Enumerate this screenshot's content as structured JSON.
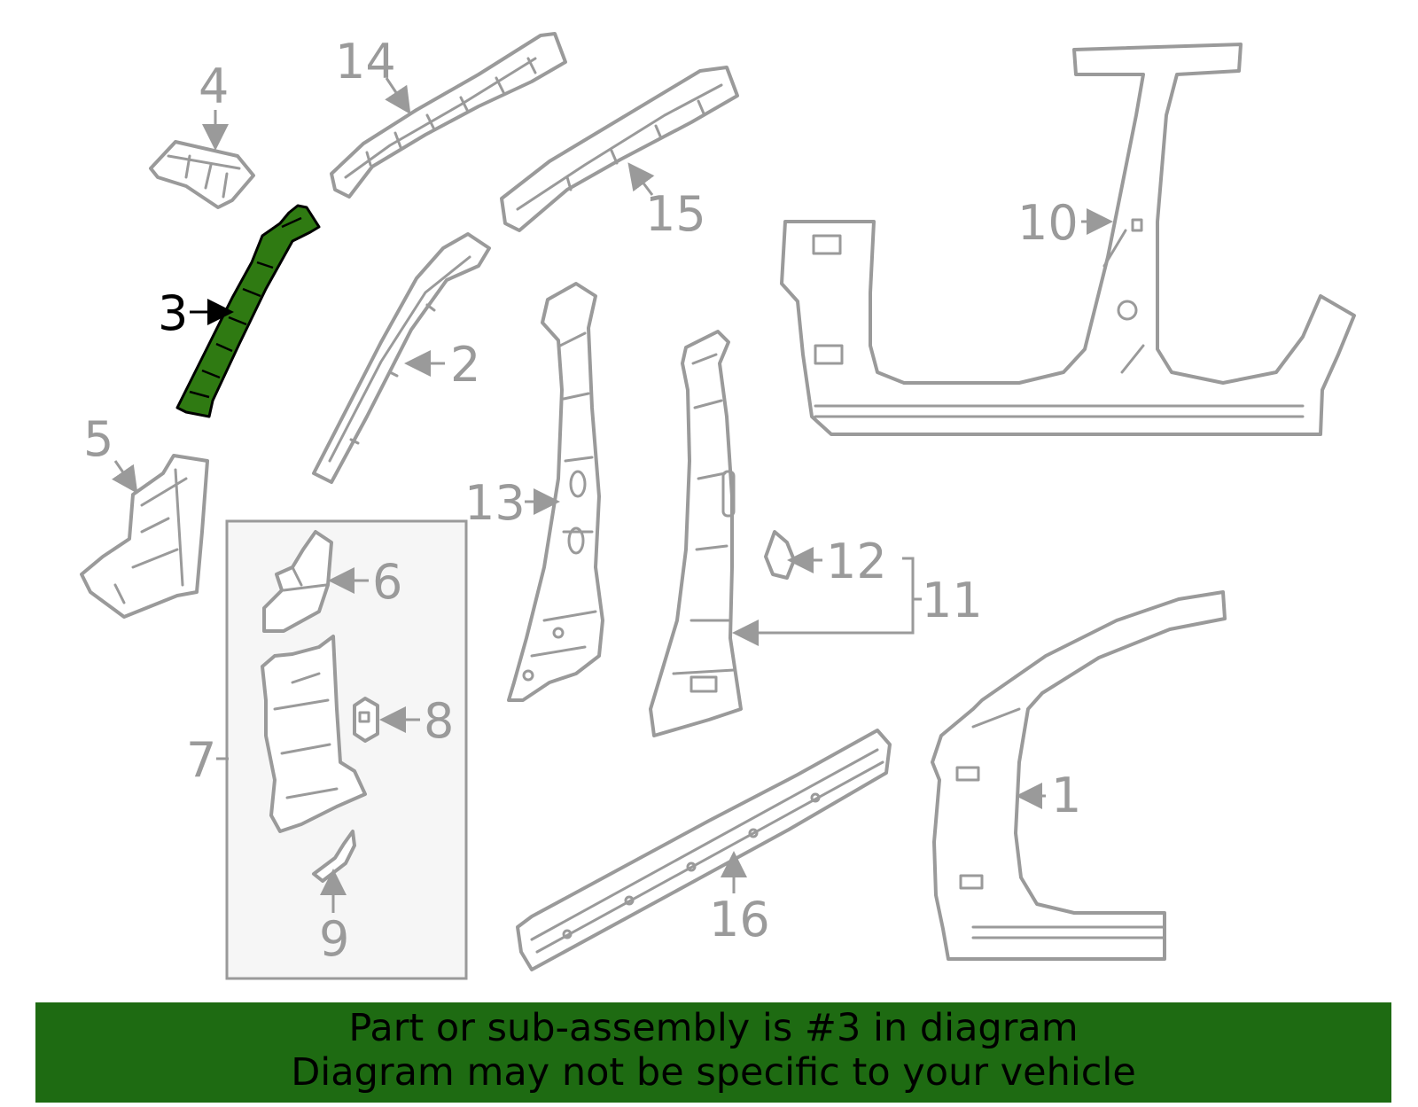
{
  "diagram": {
    "highlighted_part": "3",
    "colors": {
      "highlight_fill": "#2f7a12",
      "line": "#9a9a9a",
      "banner": "#1e6b12"
    },
    "callouts": [
      {
        "id": "c1",
        "label": "1"
      },
      {
        "id": "c2",
        "label": "2"
      },
      {
        "id": "c3",
        "label": "3"
      },
      {
        "id": "c4",
        "label": "4"
      },
      {
        "id": "c5",
        "label": "5"
      },
      {
        "id": "c6",
        "label": "6"
      },
      {
        "id": "c7",
        "label": "7"
      },
      {
        "id": "c8",
        "label": "8"
      },
      {
        "id": "c9",
        "label": "9"
      },
      {
        "id": "c10",
        "label": "10"
      },
      {
        "id": "c11",
        "label": "11"
      },
      {
        "id": "c12",
        "label": "12"
      },
      {
        "id": "c13",
        "label": "13"
      },
      {
        "id": "c14",
        "label": "14"
      },
      {
        "id": "c15",
        "label": "15"
      },
      {
        "id": "c16",
        "label": "16"
      }
    ]
  },
  "banner": {
    "line1": "Part or sub-assembly is #3 in diagram",
    "line2": "Diagram may not be specific to your vehicle"
  }
}
